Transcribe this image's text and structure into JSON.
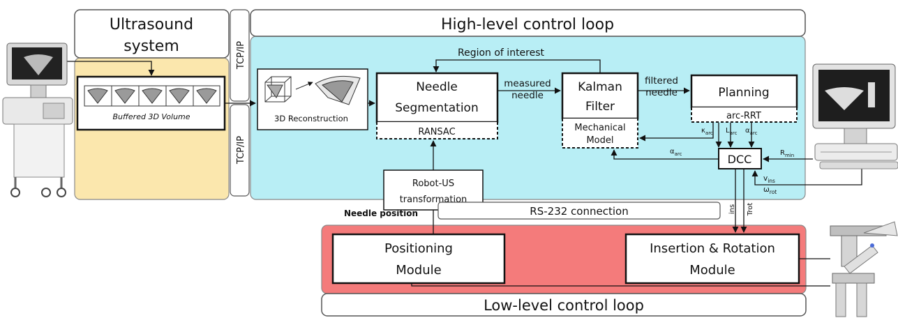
{
  "ultrasound": {
    "title_line1": "Ultrasound",
    "title_line2": "system",
    "buffer_label": "Buffered 3D Volume"
  },
  "links": {
    "tcpip_top": "TCP/IP",
    "tcpip_bottom": "TCP/IP",
    "needle_position": "Needle position",
    "rs232": "RS-232 connection"
  },
  "high_level": {
    "title": "High-level control loop",
    "blocks": {
      "reconstruction": "3D Reconstruction",
      "segmentation_line1": "Needle",
      "segmentation_line2": "Segmentation",
      "ransac": "RANSAC",
      "kalman_line1": "Kalman",
      "kalman_line2": "Filter",
      "mechanical_line1": "Mechanical",
      "mechanical_line2": "Model",
      "planning": "Planning",
      "arc_rrt": "arc-RRT",
      "dcc": "DCC",
      "robot_us_line1": "Robot-US",
      "robot_us_line2": "transformation"
    },
    "edges": {
      "region_of_interest": "Region of interest",
      "measured": "measured",
      "needle_a": "needle",
      "filtered": "filtered",
      "needle_b": "needle"
    }
  },
  "low_level": {
    "title": "Low-level control loop",
    "blocks": {
      "positioning_line1": "Positioning",
      "positioning_line2": "Module",
      "insertion_line1": "Insertion & Rotation",
      "insertion_line2": "Module"
    }
  }
}
